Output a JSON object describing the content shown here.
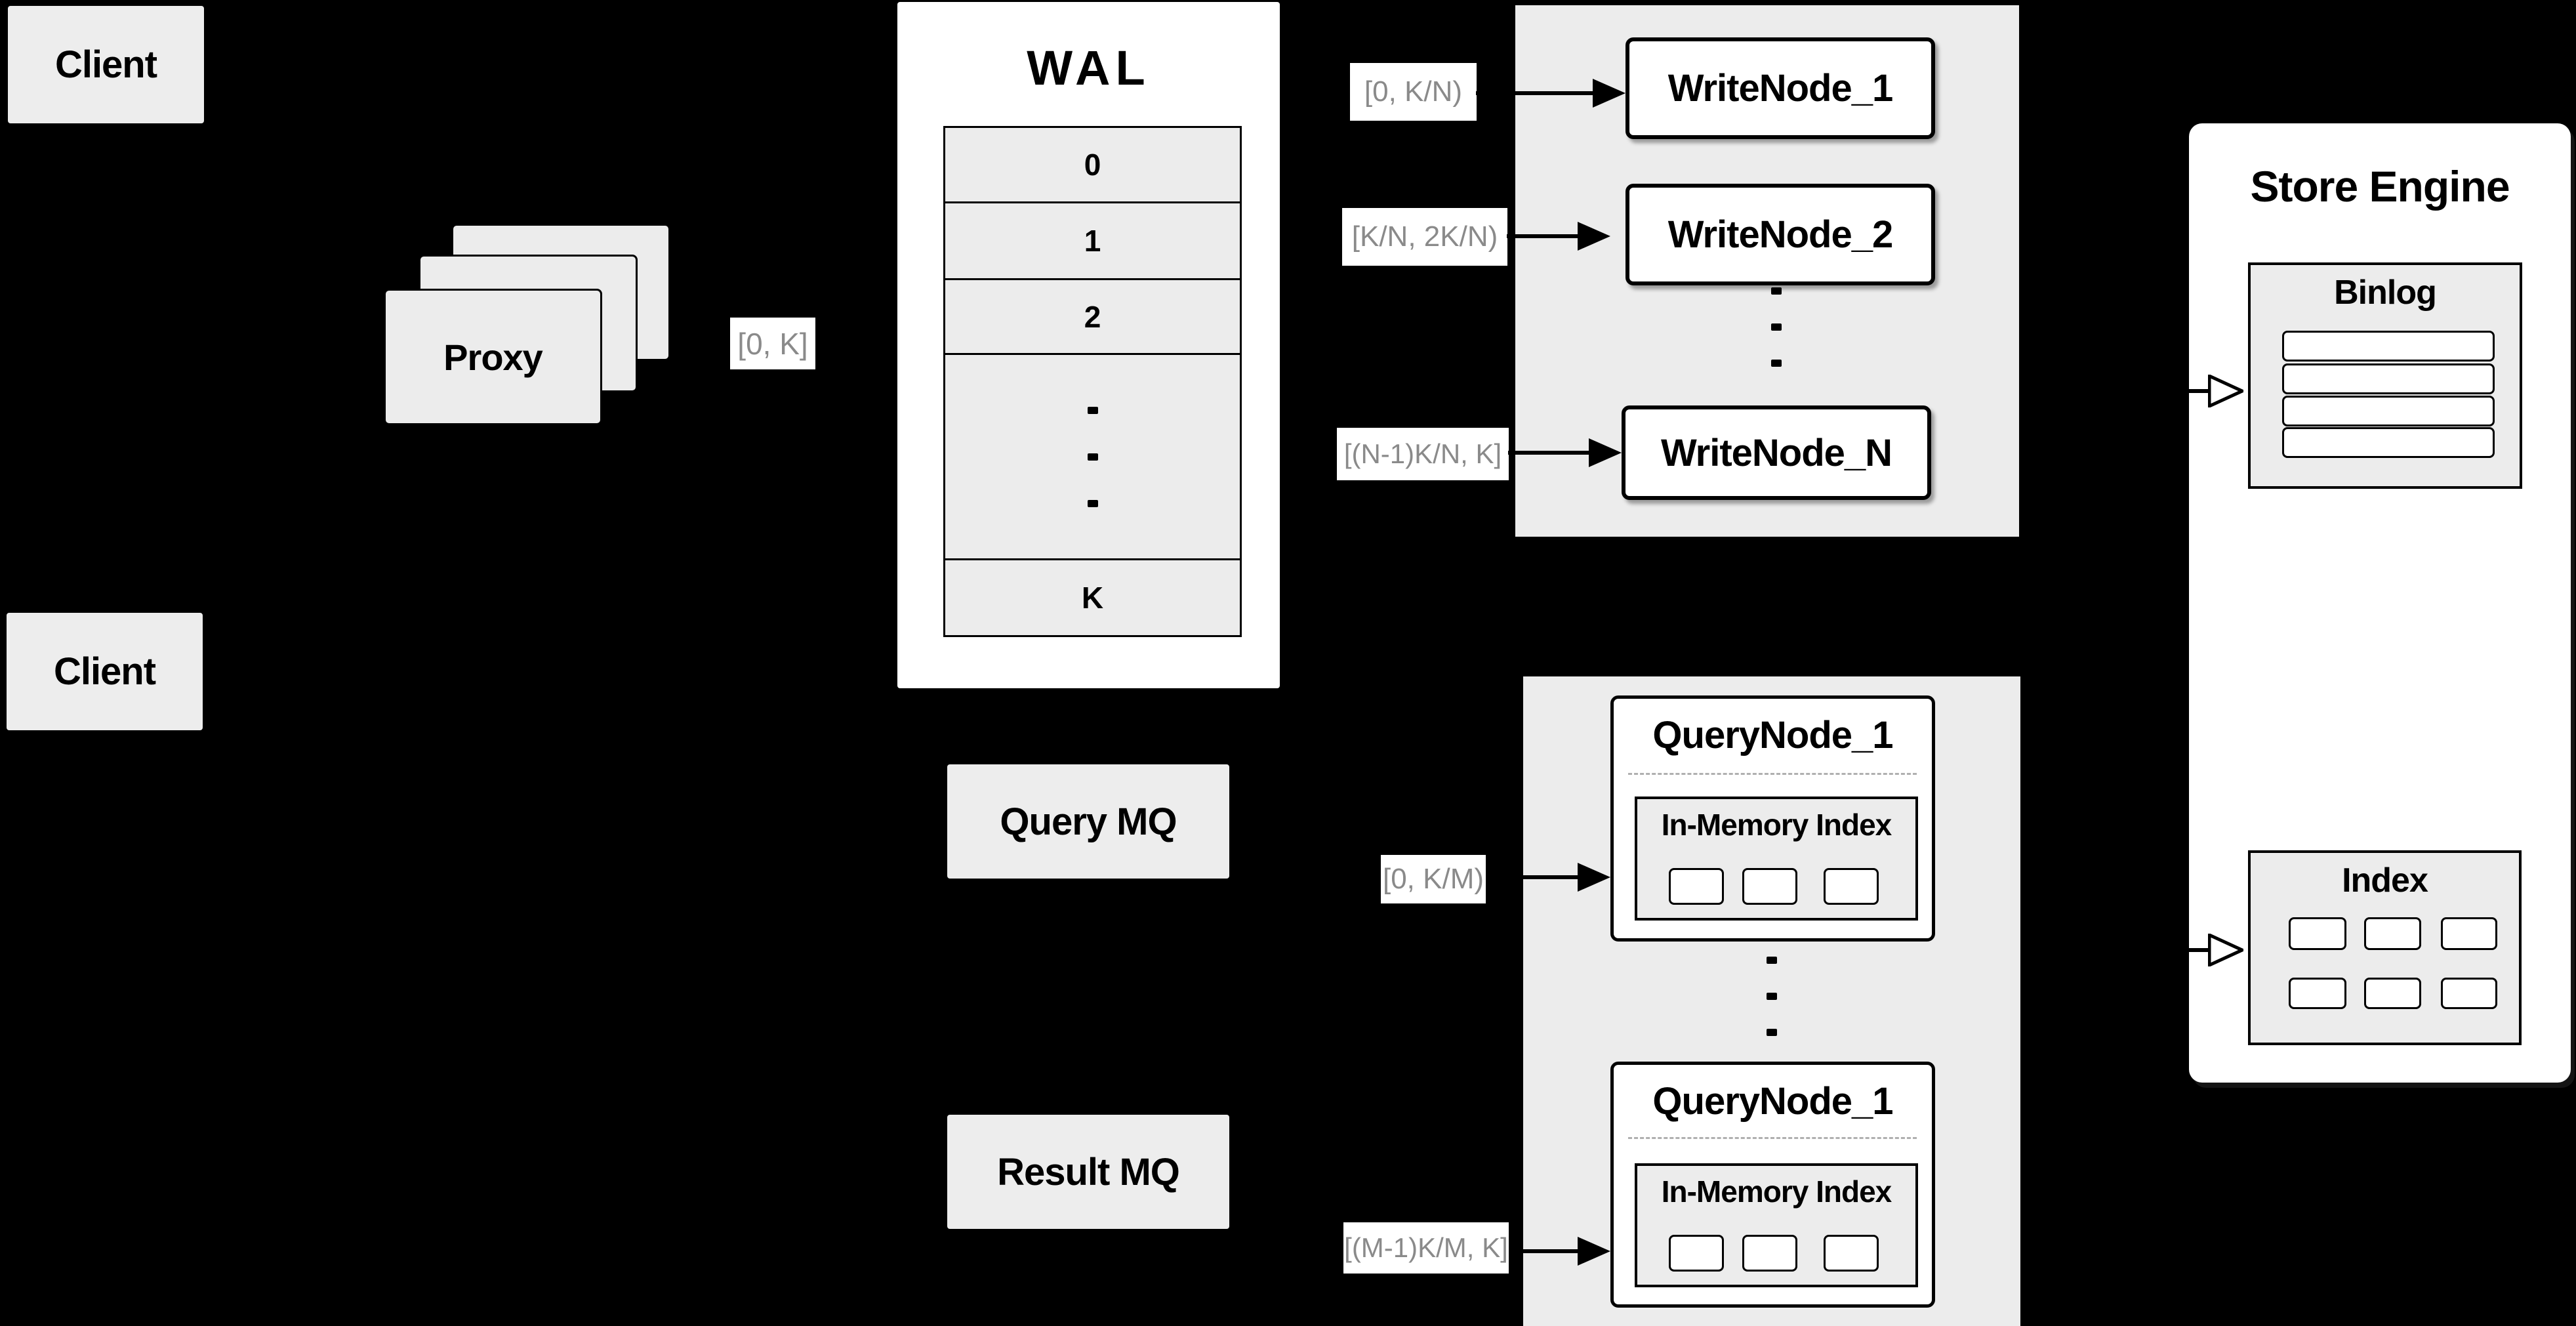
{
  "diagram": {
    "clients": [
      {
        "label": "Client"
      },
      {
        "label": "Client"
      }
    ],
    "proxy": {
      "label": "Proxy"
    },
    "proxy_range": "[0, K]",
    "wal": {
      "title": "WAL",
      "rows": [
        "0",
        "1",
        "2",
        "K"
      ]
    },
    "write_panel": {
      "nodes": [
        "WriteNode_1",
        "WriteNode_2",
        "WriteNode_N"
      ],
      "ranges": [
        "[0, K/N)",
        "[K/N, 2K/N)",
        "[(N-1)K/N, K]"
      ]
    },
    "mq": {
      "query": "Query MQ",
      "result": "Result MQ"
    },
    "query_panel": {
      "nodes": [
        {
          "title": "QueryNode_1",
          "inner": "In-Memory Index"
        },
        {
          "title": "QueryNode_1",
          "inner": "In-Memory Index"
        }
      ],
      "ranges": [
        "[0, K/M)",
        "[(M-1)K/M, K]"
      ]
    },
    "store_engine": {
      "title": "Store Engine",
      "binlog": "Binlog",
      "index": "Index"
    },
    "colors": {
      "background": "#000000",
      "panel": "#ececec",
      "node": "#ffffff",
      "range_text": "#8a8a8a",
      "line": "#000000"
    }
  }
}
